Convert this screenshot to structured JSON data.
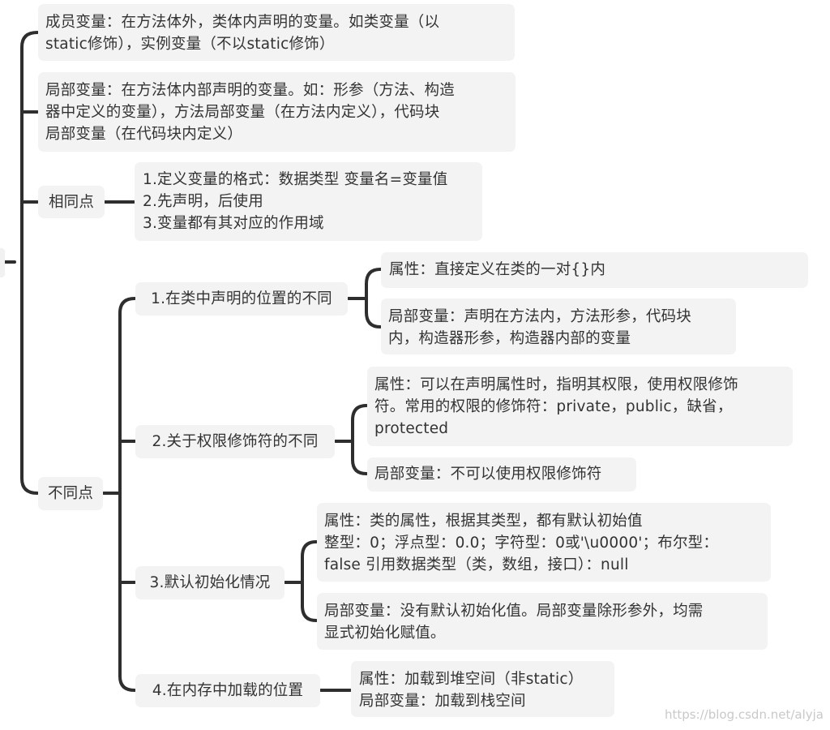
{
  "nodes": {
    "member_var": [
      "成员变量：在方法体外，类体内声明的变量。如类变量（以",
      "static修饰），实例变量（不以static修饰）"
    ],
    "local_var": [
      "局部变量：在方法体内部声明的变量。如：形参（方法、构造",
      "器中定义的变量），方法局部变量（在方法内定义），代码块",
      "局部变量（在代码块内定义）"
    ],
    "same": "相同点",
    "same_detail": [
      "1.定义变量的格式：数据类型 变量名=变量值",
      "2.先声明，后使用",
      "3.变量都有其对应的作用域"
    ],
    "diff": "不同点",
    "diff1": "1.在类中声明的位置的不同",
    "diff1_attr": "属性：直接定义在类的一对{}内",
    "diff1_local": [
      "局部变量：声明在方法内，方法形参，代码块",
      "内，构造器形参，构造器内部的变量"
    ],
    "diff2": "2.关于权限修饰符的不同",
    "diff2_attr": [
      "属性：可以在声明属性时，指明其权限，使用权限修饰",
      "符。常用的权限的修饰符：private，public，缺省，",
      "protected"
    ],
    "diff2_local": "局部变量：不可以使用权限修饰符",
    "diff3": "3.默认初始化情况",
    "diff3_attr": [
      "属性：类的属性，根据其类型，都有默认初始值",
      "整型：0；浮点型：0.0；字符型：0或'\\u0000'；布尔型：",
      "false 引用数据类型（类，数组，接口）：null"
    ],
    "diff3_local": [
      "局部变量：没有默认初始化值。局部变量除形参外，均需",
      "显式初始化赋值。"
    ],
    "diff4": "4.在内存中加载的位置",
    "diff4_detail": [
      "属性：加载到堆空间（非static）",
      "局部变量：加载到栈空间"
    ]
  },
  "watermark": "https://blog.csdn.net/alyja",
  "colors": {
    "node_bg": "#f3f3f3",
    "edge": "#2e2e2e",
    "text": "#333333"
  }
}
